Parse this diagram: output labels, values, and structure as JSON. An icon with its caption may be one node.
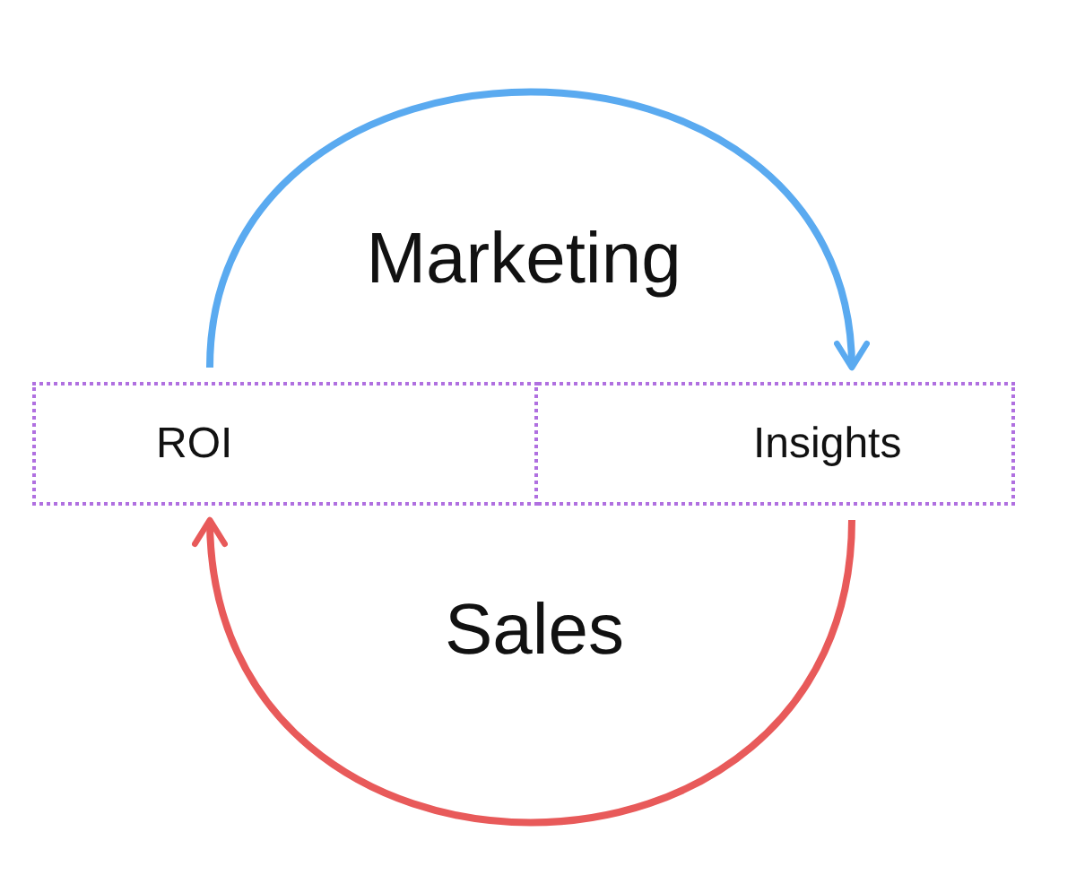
{
  "diagram": {
    "nodes": [
      {
        "text": [
          "ROI"
        ]
      },
      {
        "text": [
          "Insights"
        ]
      }
    ],
    "edges": [
      {
        "from": 0,
        "to": 1,
        "arrow": "to",
        "label": "Marketing",
        "color": "#5aaaf0"
      },
      {
        "from": 1,
        "to": 0,
        "arrow": "to",
        "label": "Sales",
        "color": "#e85a5a"
      }
    ]
  }
}
